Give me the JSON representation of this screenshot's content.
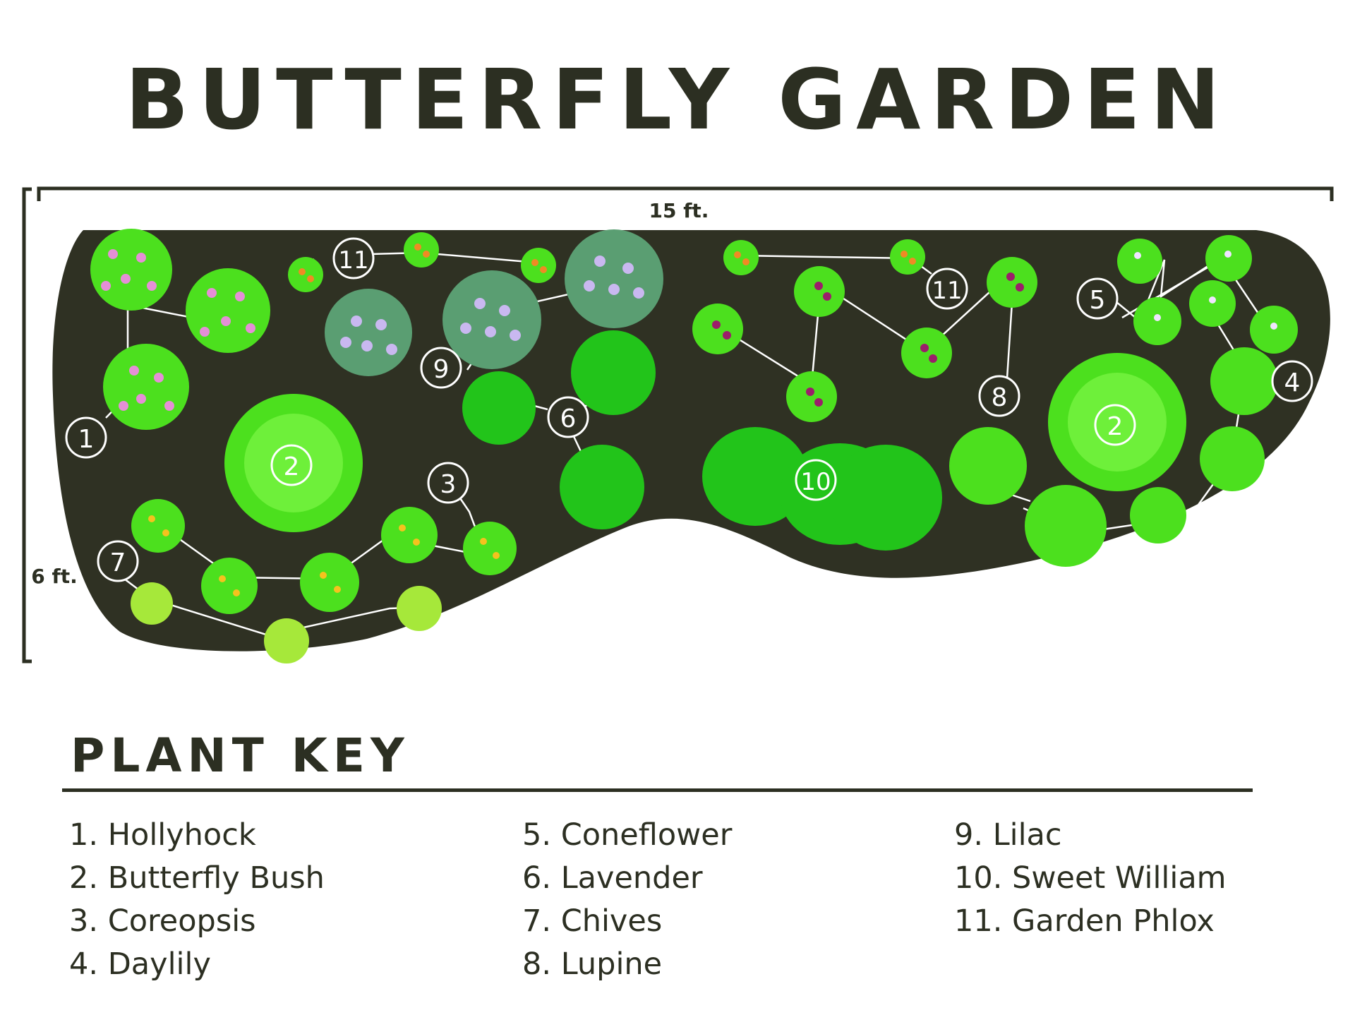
{
  "title": "BUTTERFLY GARDEN",
  "dimensions": {
    "width_label": "15 ft.",
    "height_label": "6 ft."
  },
  "key": {
    "heading": "PLANT KEY",
    "columns": [
      [
        "1. Hollyhock",
        "2. Butterfly Bush",
        "3. Coreopsis",
        "4. Daylily"
      ],
      [
        "5. Coneflower",
        "6. Lavender",
        "7. Chives",
        "8. Lupine"
      ],
      [
        "9. Lilac",
        "10. Sweet William",
        "11. Garden Phlox"
      ]
    ]
  },
  "markers": [
    "1",
    "2",
    "2",
    "3",
    "4",
    "5",
    "6",
    "7",
    "8",
    "9",
    "10",
    "11",
    "11"
  ],
  "colors": {
    "ink": "#2c2f22",
    "bed": "#2f3123",
    "bright_green": "#4ce01e",
    "mid_green": "#22c41a",
    "hollyhock_dot": "#e58fd6",
    "lilac_leaf": "#5a9e72",
    "lilac_flower": "#c9b8f0",
    "lupine_flower": "#9b1e6a",
    "coreopsis_dot": "#f5c21e",
    "phlox_flower": "#f08a24",
    "chive_green": "#a6e83a",
    "connector": "#ffffff"
  }
}
